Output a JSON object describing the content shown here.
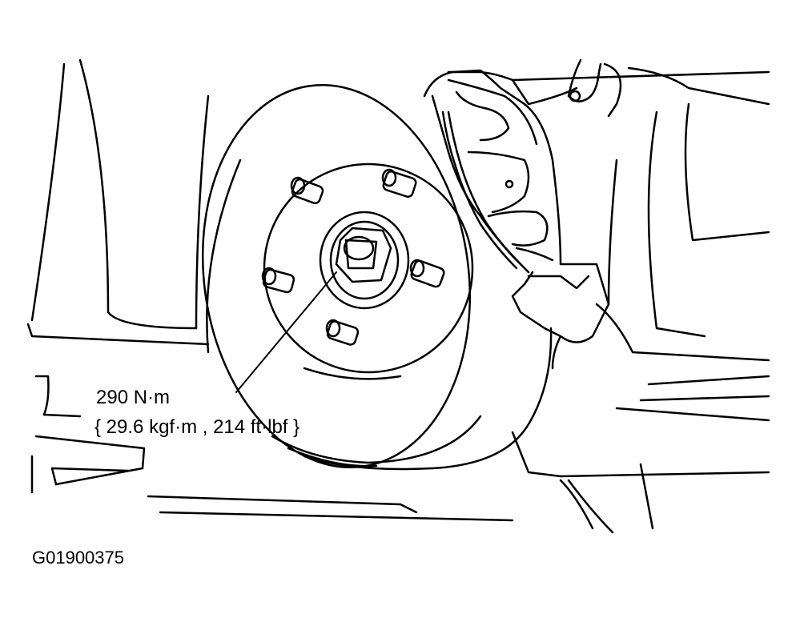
{
  "callout": {
    "torque_nm": "290 N·m",
    "torque_alt": "{ 29.6 kgf·m , 214 ft·lbf }"
  },
  "figure_code": "G01900375",
  "colors": {
    "line": "#000000",
    "background": "#ffffff"
  }
}
